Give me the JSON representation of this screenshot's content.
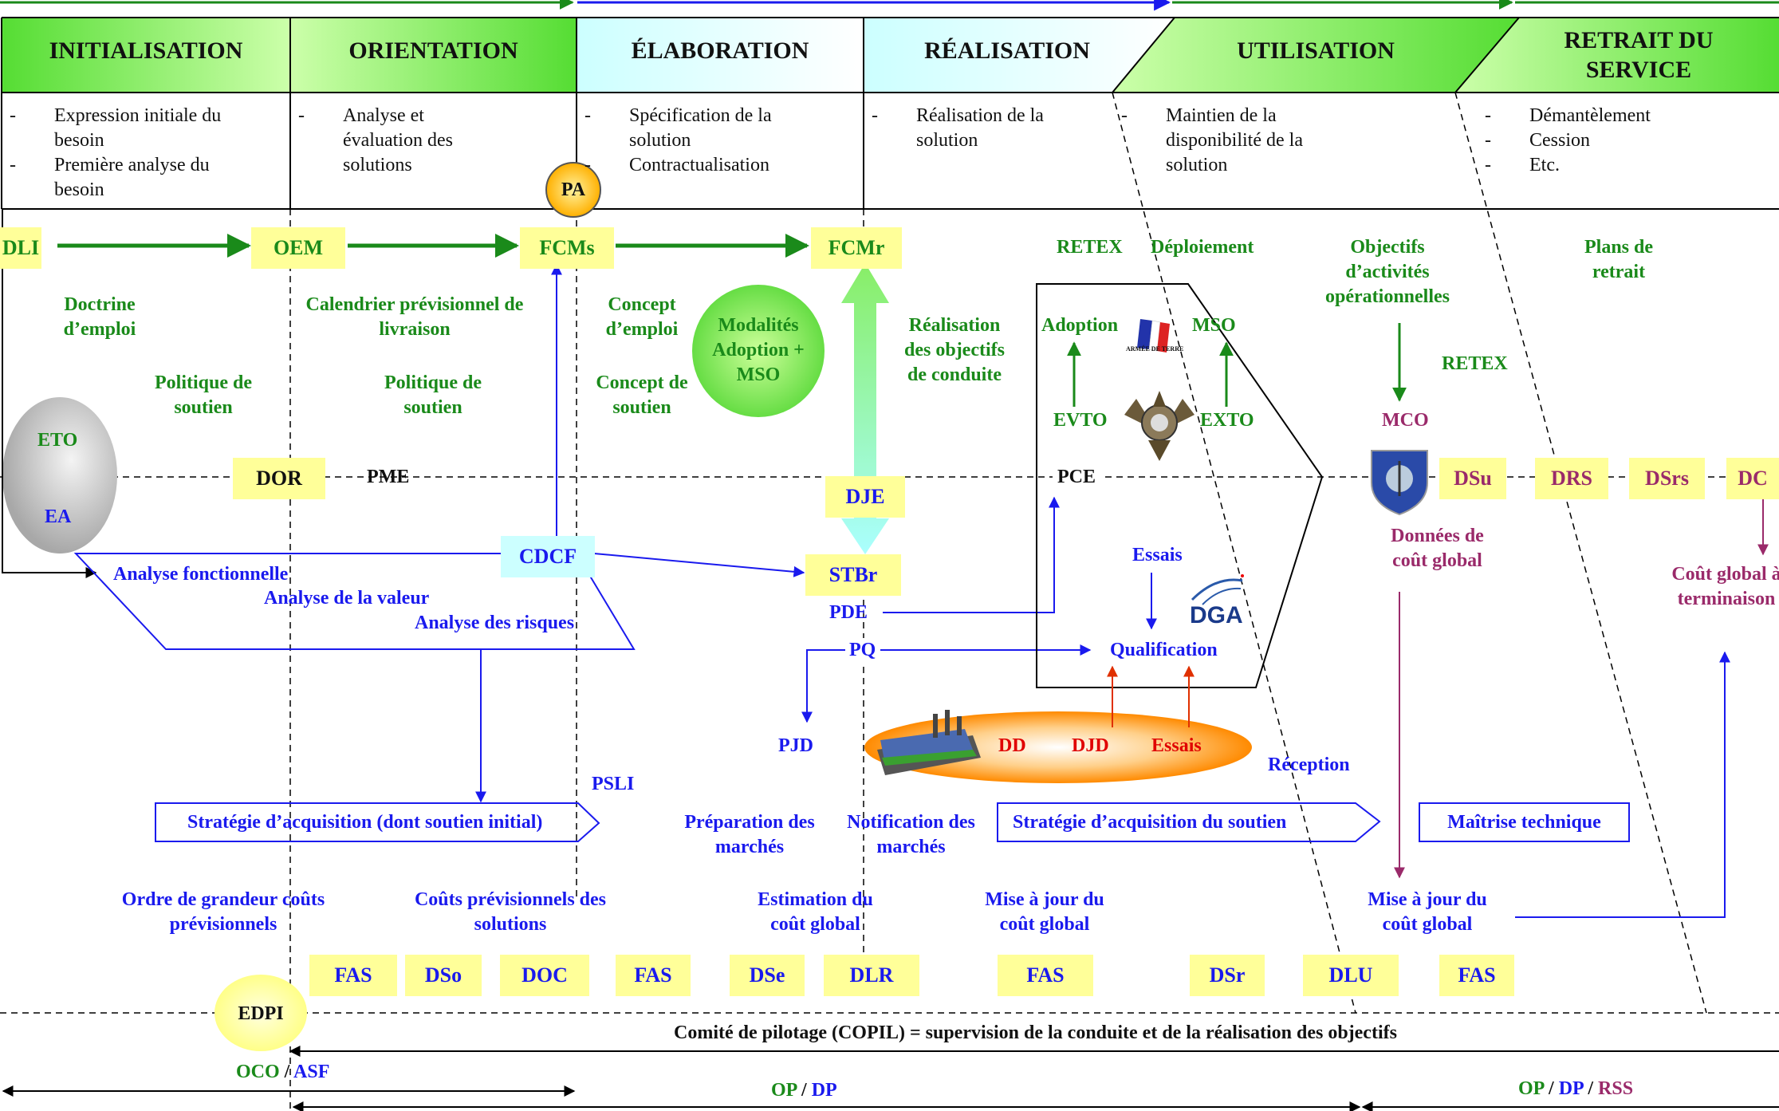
{
  "phases": [
    {
      "title": "INITIALISATION",
      "items": [
        "Expression initiale du besoin",
        "Première analyse du besoin"
      ]
    },
    {
      "title": "ORIENTATION",
      "items": [
        "Analyse et évaluation des solutions"
      ]
    },
    {
      "title": "ÉLABORATION",
      "items": [
        "Spécification de la solution",
        "Contractualisation"
      ]
    },
    {
      "title": "RÉALISATION",
      "items": [
        "Réalisation de la solution"
      ]
    },
    {
      "title": "UTILISATION",
      "items": [
        "Maintien de la disponibilité de la solution"
      ]
    },
    {
      "title": "RETRAIT DU SERVICE",
      "items": [
        "Démantèlement",
        "Cession",
        "Etc."
      ]
    }
  ],
  "milestones": {
    "dli": "DLI",
    "oem": "OEM",
    "fcms": "FCMs",
    "fcmr": "FCMr",
    "pa": "PA"
  },
  "boxes": {
    "dor": "DOR",
    "dje": "DJE",
    "cdcf": "CDCF",
    "stbr": "STBr",
    "dsu": "DSu",
    "drs": "DRS",
    "dsrs": "DSrs",
    "dc": "DC",
    "fas1": "FAS",
    "dso": "DSo",
    "doc": "DOC",
    "fas2": "FAS",
    "dse": "DSe",
    "dlr": "DLR",
    "fas3": "FAS",
    "dsr": "DSr",
    "dlu": "DLU",
    "fas4": "FAS",
    "edpi": "EDPI"
  },
  "labels": {
    "doctrine": "Doctrine d’emploi",
    "politique1": "Politique de soutien",
    "calendrier": "Calendrier prévisionnel de livraison",
    "politique2": "Politique de soutien",
    "concept_emploi": "Concept d’emploi",
    "concept_soutien": "Concept de soutien",
    "modalites": "Modalités Adoption + MSO",
    "realisation_obj": "Réalisation des objectifs de conduite",
    "retex1": "RETEX",
    "deploiement": "Déploiement",
    "objectifs": "Objectifs d’activités opérationnelles",
    "plans": "Plans de retrait",
    "adoption": "Adoption",
    "mso": "MSO",
    "evto": "EVTO",
    "exto": "EXTO",
    "retex2": "RETEX",
    "mco": "MCO",
    "eto": "ETO",
    "ea": "EA",
    "pme": "PME",
    "pce": "PCE",
    "donnees": "Données de coût global",
    "cout_term": "Coût global à terminaison",
    "analyse_fonct": "Analyse fonctionnelle",
    "analyse_valeur": "Analyse de la valeur",
    "analyse_risques": "Analyse des risques",
    "pde": "PDE",
    "pq": "PQ",
    "essais": "Essais",
    "qualification": "Qualification",
    "pjd": "PJD",
    "dd": "DD",
    "djd": "DJD",
    "essais_red": "Essais",
    "reception": "Réception",
    "psli": "PSLI",
    "strat_acq": "Stratégie d’acquisition (dont soutien initial)",
    "prep_marches": "Préparation des marchés",
    "notif_marches": "Notification des marchés",
    "strat_soutien": "Stratégie d’acquisition du soutien",
    "maitrise": "Maîtrise technique",
    "ordre": "Ordre de grandeur coûts prévisionnels",
    "couts_prev": "Coûts prévisionnels des solutions",
    "estimation": "Estimation du coût global",
    "maj1": "Mise à jour du coût global",
    "maj2": "Mise à jour du coût global",
    "copil": "Comité de pilotage (COPIL) = supervision de la conduite et de la réalisation des objectifs",
    "oco": "OCO",
    "asf": "ASF",
    "op1": "OP",
    "dp1": "DP",
    "op2": "OP",
    "dp2": "DP",
    "rss": "RSS",
    "slash": "/"
  },
  "logos": {
    "armee": "ARMÉE DE TERRE",
    "dga": "DGA"
  },
  "colors": {
    "green": "#1a8a1a",
    "blue": "#1a1aee",
    "purple": "#9a2a6a",
    "yellow_box": "#ffff99",
    "red": "#e00000"
  }
}
